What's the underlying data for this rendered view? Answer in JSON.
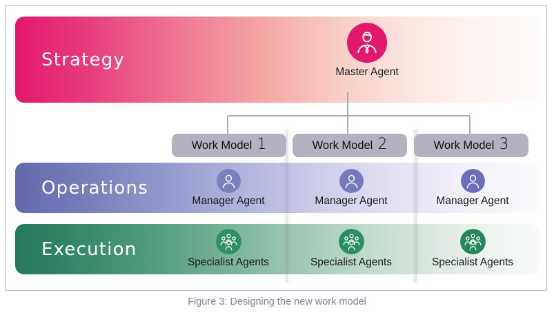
{
  "figure": {
    "caption": "Figure 3:  Designing the new work model"
  },
  "layers": [
    {
      "id": "strategy",
      "label": "Strategy",
      "color_start": "#e3186a",
      "color_end": "#fefcfb"
    },
    {
      "id": "operations",
      "label": "Operations",
      "color_start": "#636aac",
      "color_end": "#fcfcfe"
    },
    {
      "id": "execution",
      "label": "Execution",
      "color_start": "#26795c",
      "color_end": "#f9fbfa"
    }
  ],
  "master": {
    "label": "Master Agent",
    "icon": "person-tie-icon",
    "color": "#e0196c"
  },
  "work_models": [
    {
      "title": "Work Model",
      "number": "1"
    },
    {
      "title": "Work Model",
      "number": "2"
    },
    {
      "title": "Work Model",
      "number": "3"
    }
  ],
  "columns": [
    {
      "manager": {
        "label": "Manager Agent",
        "icon": "person-icon",
        "color": "#7c7fbe"
      },
      "specialist": {
        "label": "Specialist Agents",
        "icon": "people-group-icon",
        "color": "#2e8f63"
      }
    },
    {
      "manager": {
        "label": "Manager Agent",
        "icon": "person-icon",
        "color": "#7679bd"
      },
      "specialist": {
        "label": "Specialist Agents",
        "icon": "people-group-icon",
        "color": "#2b8d61"
      }
    },
    {
      "manager": {
        "label": "Manager Agent",
        "icon": "person-icon",
        "color": "#6b6ebb"
      },
      "specialist": {
        "label": "Specialist Agents",
        "icon": "people-group-icon",
        "color": "#27875c"
      }
    }
  ],
  "connectors": {
    "color": "#a9abb9"
  }
}
